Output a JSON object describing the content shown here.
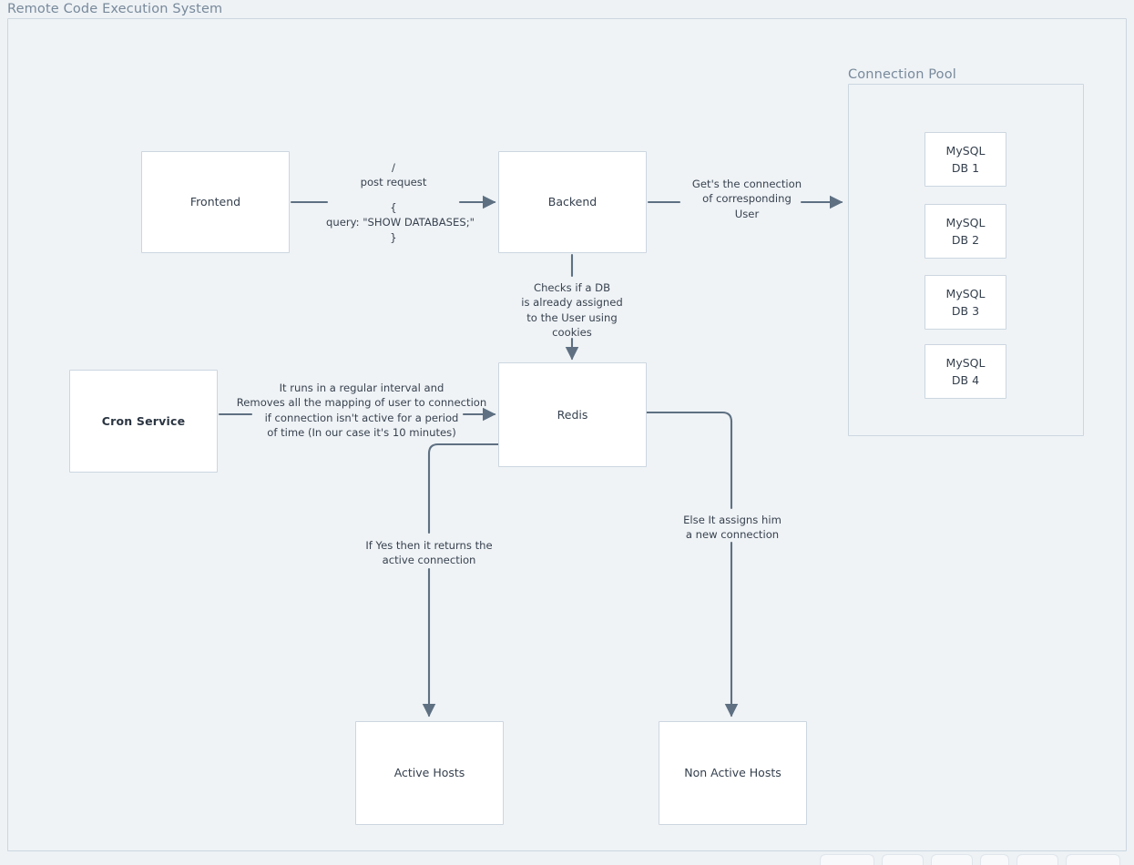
{
  "diagram": {
    "title": "Remote Code Execution System",
    "subgraph_title": "Connection Pool",
    "colors": {
      "canvas": "#eef2f5",
      "node_fill": "#ffffff",
      "node_border": "#ccd6e0",
      "edge_stroke": "#5e7082",
      "text": "#35404e",
      "subgraph_label": "#78899b"
    },
    "nodes": {
      "frontend": {
        "label": "Frontend"
      },
      "backend": {
        "label": "Backend"
      },
      "cron": {
        "label": "Cron Service"
      },
      "redis": {
        "label": "Redis"
      },
      "active_hosts": {
        "label": "Active Hosts"
      },
      "non_active_hosts": {
        "label": "Non Active Hosts"
      },
      "db1": {
        "line1": "MySQL",
        "line2": "DB 1"
      },
      "db2": {
        "line1": "MySQL",
        "line2": "DB 2"
      },
      "db3": {
        "line1": "MySQL",
        "line2": "DB 3"
      },
      "db4": {
        "line1": "MySQL",
        "line2": "DB 4"
      }
    },
    "edges": {
      "frontend_to_backend": {
        "line1": "/",
        "line2": "post request",
        "line3": "{",
        "line4": "query: \"SHOW DATABASES;\"",
        "line5": "}"
      },
      "backend_to_pool": {
        "line1": "Get's the connection",
        "line2": "of corresponding",
        "line3": "User"
      },
      "backend_to_redis": {
        "line1": "Checks if a DB",
        "line2": "is already assigned",
        "line3": "to the User using",
        "line4": "cookies"
      },
      "cron_to_redis": {
        "line1": "It runs in a regular interval and",
        "line2": "Removes all the mapping of user to connection",
        "line3": "if connection isn't active for a period",
        "line4": "of time (In our case it's 10 minutes)"
      },
      "redis_to_active": {
        "line1": "If Yes then it returns the",
        "line2": "active connection"
      },
      "redis_to_non_active": {
        "line1": "Else It assigns him",
        "line2": "a new connection"
      }
    }
  }
}
